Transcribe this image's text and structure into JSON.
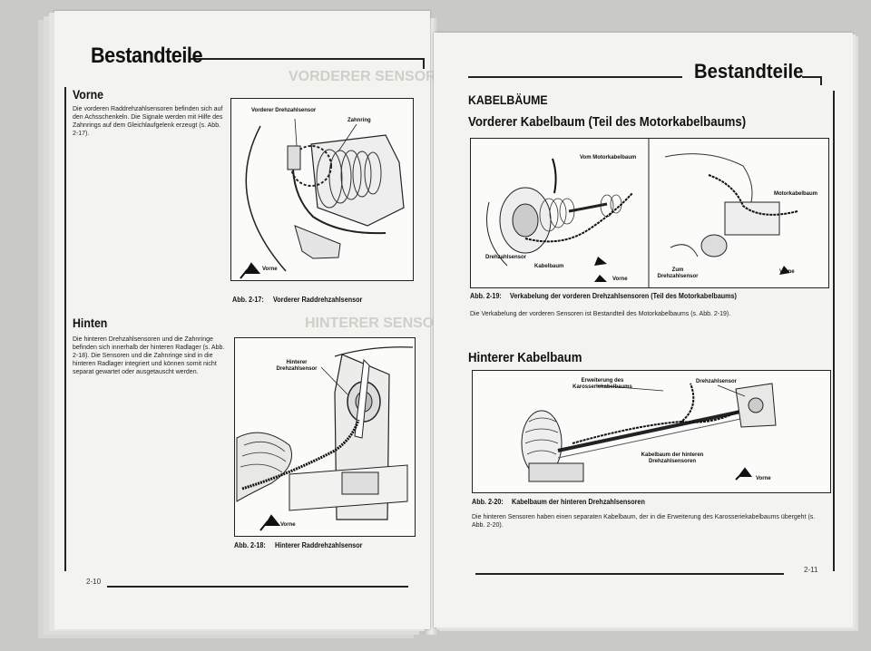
{
  "left_page": {
    "header_title": "Bestandteile",
    "vorne": {
      "heading": "Vorne",
      "body": "Die vorderen Raddrehzahlsensoren befinden sich auf den Achsschenkeln. Die Signale werden mit Hilfe des Zahnrings auf dem Gleichlaufgelenk erzeugt (s. Abb. 2-17)."
    },
    "hinten": {
      "heading": "Hinten",
      "body": "Die hinteren Drehzahlsensoren und die Zahnringe befinden sich innerhalb der hinteren Radlager (s. Abb. 2-18). Die Sensoren und die Zahnringe sind in die hinteren Radlager integriert und können somit nicht separat gewartet oder ausgetauscht werden."
    },
    "fig_2_17": {
      "label_sensor": "Vorderer Drehzahlsensor",
      "label_ring": "Zahnring",
      "label_vorne": "Vorne",
      "caption_num": "Abb. 2-17:",
      "caption_text": "Vorderer Raddrehzahlsensor"
    },
    "fig_2_18": {
      "label_sensor": "Hinterer Drehzahlsensor",
      "label_vorne": "Vorne",
      "caption_num": "Abb. 2-18:",
      "caption_text": "Hinterer Raddrehzahlsensor"
    },
    "page_number": "2-10"
  },
  "right_page": {
    "header_title": "Bestandteile",
    "section_heading": "KABELBÄUME",
    "subsection_front": "Vorderer Kabelbaum (Teil des Motorkabelbaums)",
    "fig_2_19": {
      "label_vom_motor": "Vom Motorkabelbaum",
      "label_drehzahlsensor": "Drehzahlsensor",
      "label_kabelbaum": "Kabelbaum",
      "label_vorne_a": "Vorne",
      "label_motorkabelbaum": "Motorkabelbaum",
      "label_zum_sensor": "Zum Drehzahlsensor",
      "label_vorne_b": "Vorne",
      "caption_num": "Abb. 2-19:",
      "caption_text": "Verkabelung der vorderen Drehzahlsensoren (Teil des Motorkabelbaums)"
    },
    "front_text": "Die Verkabelung der vorderen Sensoren ist Bestandteil des Motorkabelbaums (s. Abb. 2-19).",
    "subsection_rear": "Hinterer Kabelbaum",
    "fig_2_20": {
      "label_erweiterung": "Erweiterung des Karosseriekabelbaums",
      "label_drehzahlsensor": "Drehzahlsensor",
      "label_kabelbaum_hinten": "Kabelbaum der hinteren Drehzahlsensoren",
      "label_vorne": "Vorne",
      "caption_num": "Abb. 2-20:",
      "caption_text": "Kabelbaum der hinteren Drehzahlsensoren"
    },
    "rear_text": "Die hinteren Sensoren haben einen separaten Kabelbaum, der in die Erweiterung des Karosseriekabelbaums übergeht (s. Abb. 2-20).",
    "page_number": "2-11"
  }
}
